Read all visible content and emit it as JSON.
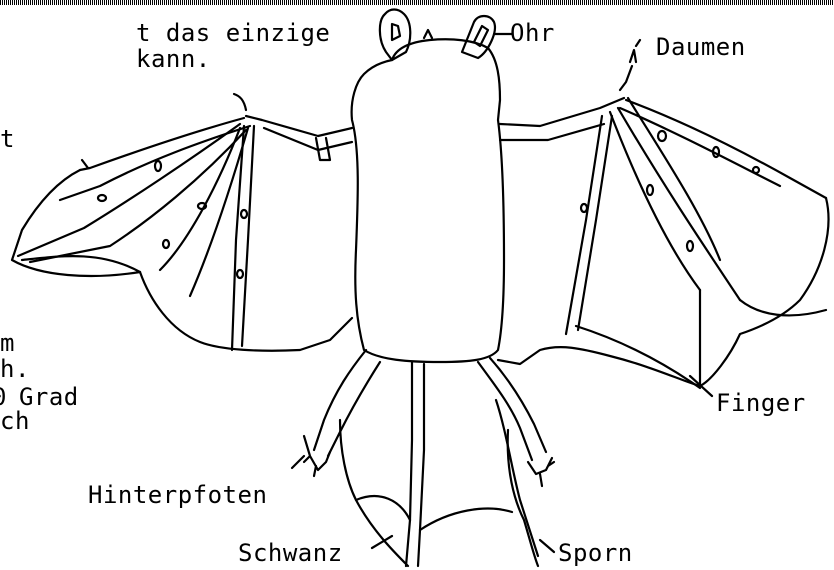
{
  "text_fragments": [
    "t das einzige",
    "kann.",
    "t",
    "m",
    "h.",
    "Grad",
    "ch"
  ],
  "labels": {
    "ohr": "Ohr",
    "daumen": "Daumen",
    "finger": "Finger",
    "hinterpfoten": "Hinterpfoten",
    "schwanz": "Schwanz",
    "sporn": "Sporn"
  }
}
